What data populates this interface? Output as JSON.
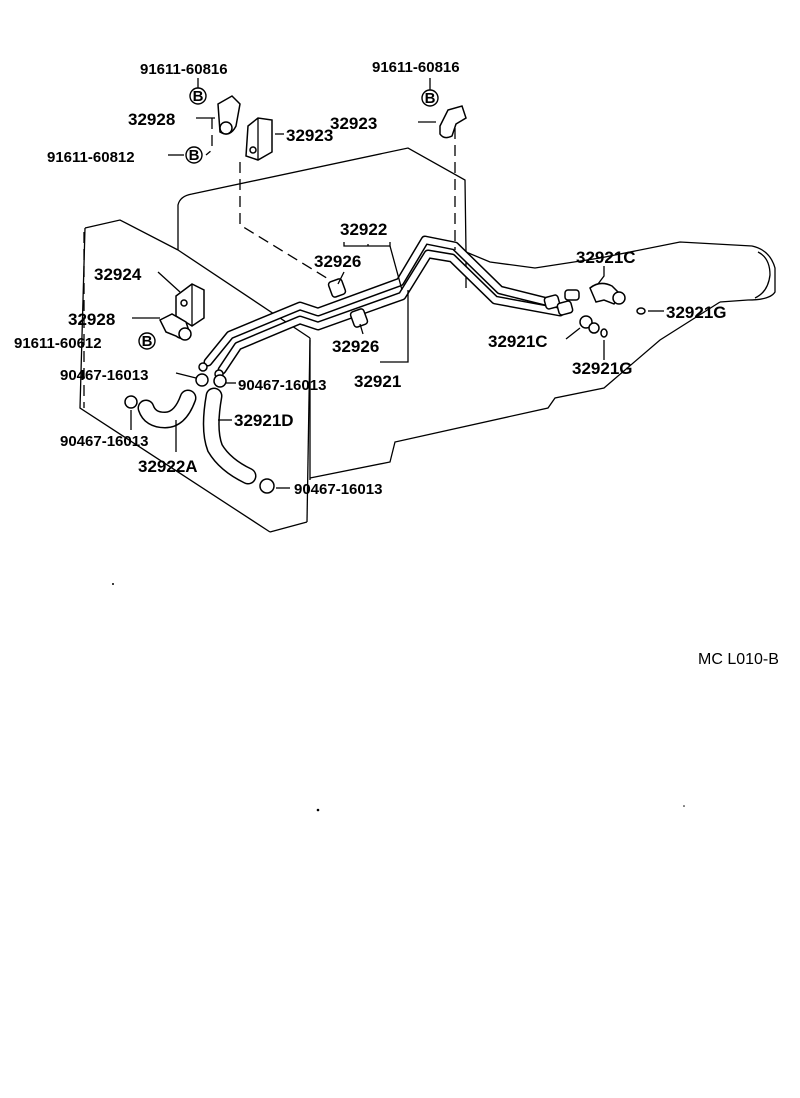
{
  "diagram": {
    "part_labels": {
      "bolt_top_left": "91611-60816",
      "bolt_top_right": "91611-60816",
      "bolt_b_symbol": "B",
      "clamp_32928_top": "32928",
      "bracket_32923_left": "32923",
      "bracket_32923_right": "32923",
      "bolt_60812": "91611-60812",
      "tube_32922": "32922",
      "cushion_32926_upper": "32926",
      "bracket_32924": "32924",
      "clamp_32928_lower": "32928",
      "bolt_60612": "91611-60612",
      "cushion_32926_lower": "32926",
      "tube_32921": "32921",
      "clip_left_1": "90467-16013",
      "clip_right_1": "90467-16013",
      "hose_32921D": "32921D",
      "clip_left_2": "90467-16013",
      "hose_32922A": "32922A",
      "clip_bottom": "90467-16013",
      "union_32921C_top": "32921C",
      "gasket_32921G_top": "32921G",
      "union_32921C_lower": "32921C",
      "gasket_32921G_lower": "32921G"
    },
    "reference_code": "MC L010-B"
  }
}
